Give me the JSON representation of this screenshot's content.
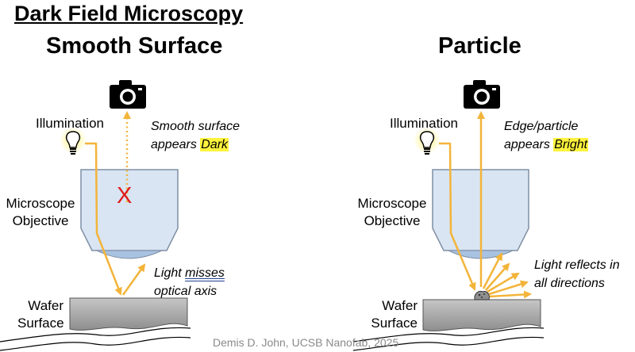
{
  "title": "Dark Field Microscopy",
  "left": {
    "heading": "Smooth Surface",
    "illumination": "Illumination",
    "objective_line1": "Microscope",
    "objective_line2": "Objective",
    "caption_line1": "Smooth surface",
    "caption_line2_pre": "appears ",
    "caption_highlight": "Dark",
    "blocked_mark": "X",
    "light_line1_pre": "Light ",
    "light_line1_emph": "misses",
    "light_line2": "optical axis",
    "wafer_line1": "Wafer",
    "wafer_line2": "Surface"
  },
  "right": {
    "heading": "Particle",
    "illumination": "Illumination",
    "objective_line1": "Microscope",
    "objective_line2": "Objective",
    "caption_line1": "Edge/particle",
    "caption_line2_pre": "appears ",
    "caption_highlight": "Bright",
    "light_line1": "Light reflects in",
    "light_line2": "all directions",
    "wafer_line1": "Wafer",
    "wafer_line2": "Surface"
  },
  "credit": "Demis D. John, UCSB Nanofab, 2025",
  "colors": {
    "ray": "#f3b43a",
    "objective_fill": "#d9e5f3",
    "objective_stroke": "#7f8fa4",
    "lens": "#a8c2e2",
    "wafer": "#a9a9a9",
    "highlight": "#fdf23d",
    "blocked_mark": "#e01b1b"
  },
  "icons": [
    "camera-icon",
    "light-bulb-icon",
    "x-mark-icon",
    "particle-icon"
  ]
}
